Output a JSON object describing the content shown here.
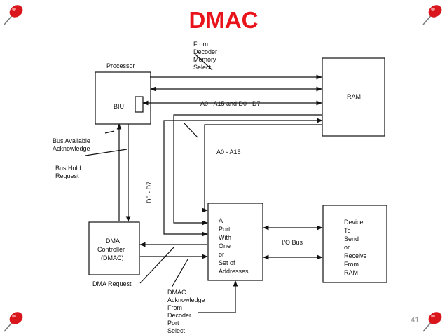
{
  "slide": {
    "title": "DMAC",
    "page_number": "41"
  },
  "diagram": {
    "blocks": {
      "processor": "Processor",
      "biu": "BIU",
      "ram": "RAM",
      "dmac": [
        "DMA",
        "Controller",
        "(DMAC)"
      ],
      "port": [
        "A",
        "Port",
        "With",
        "One",
        "or",
        "Set of",
        "Addresses"
      ],
      "device": [
        "Device",
        "To",
        "Send",
        "or",
        "Receive",
        "From",
        "RAM"
      ]
    },
    "labels": {
      "decoder_memory_select": [
        "From",
        "Decoder",
        "Memory",
        "Select"
      ],
      "address_data_bus": "A0 - A15 and D0 - D7",
      "address_bus": "A0 - A15",
      "data_bus": "D0 - D7",
      "bus_available_ack": [
        "Bus Available",
        "Acknowledge"
      ],
      "bus_hold_request": [
        "Bus Hold",
        "Request"
      ],
      "io_bus": "I/O Bus",
      "dma_request": "DMA Request",
      "dmac_ack": [
        "DMAC",
        "Acknowledge",
        "From",
        "Decoder",
        "Port",
        "Select"
      ]
    }
  },
  "decor": {
    "pin_icon": "red-pushpin-icon",
    "pin_color": "#d8161b"
  }
}
